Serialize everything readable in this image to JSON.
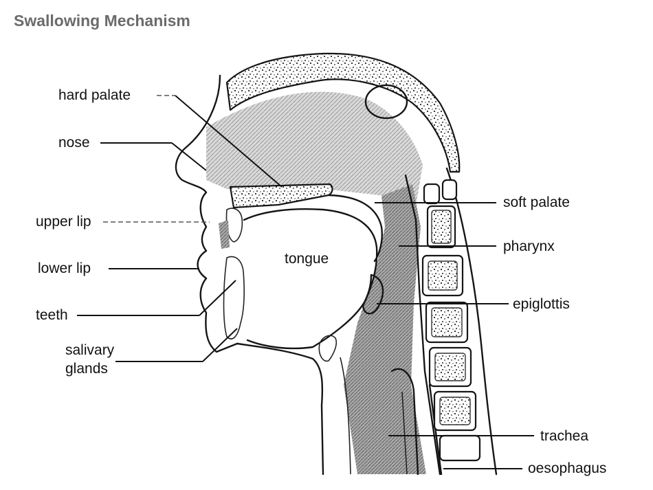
{
  "title": "Swallowing Mechanism",
  "labels": {
    "hard_palate": "hard palate",
    "nose": "nose",
    "upper_lip": "upper lip",
    "lower_lip": "lower lip",
    "teeth": "teeth",
    "salivary_glands_line1": "salivary",
    "salivary_glands_line2": "glands",
    "tongue": "tongue",
    "soft_palate": "soft palate",
    "pharynx": "pharynx",
    "epiglottis": "epiglottis",
    "trachea": "trachea",
    "oesophagus": "oesophagus"
  },
  "colors": {
    "title": "#6b6b6b",
    "ink": "#111111",
    "shading": "#8a8a8a",
    "background": "#ffffff"
  }
}
